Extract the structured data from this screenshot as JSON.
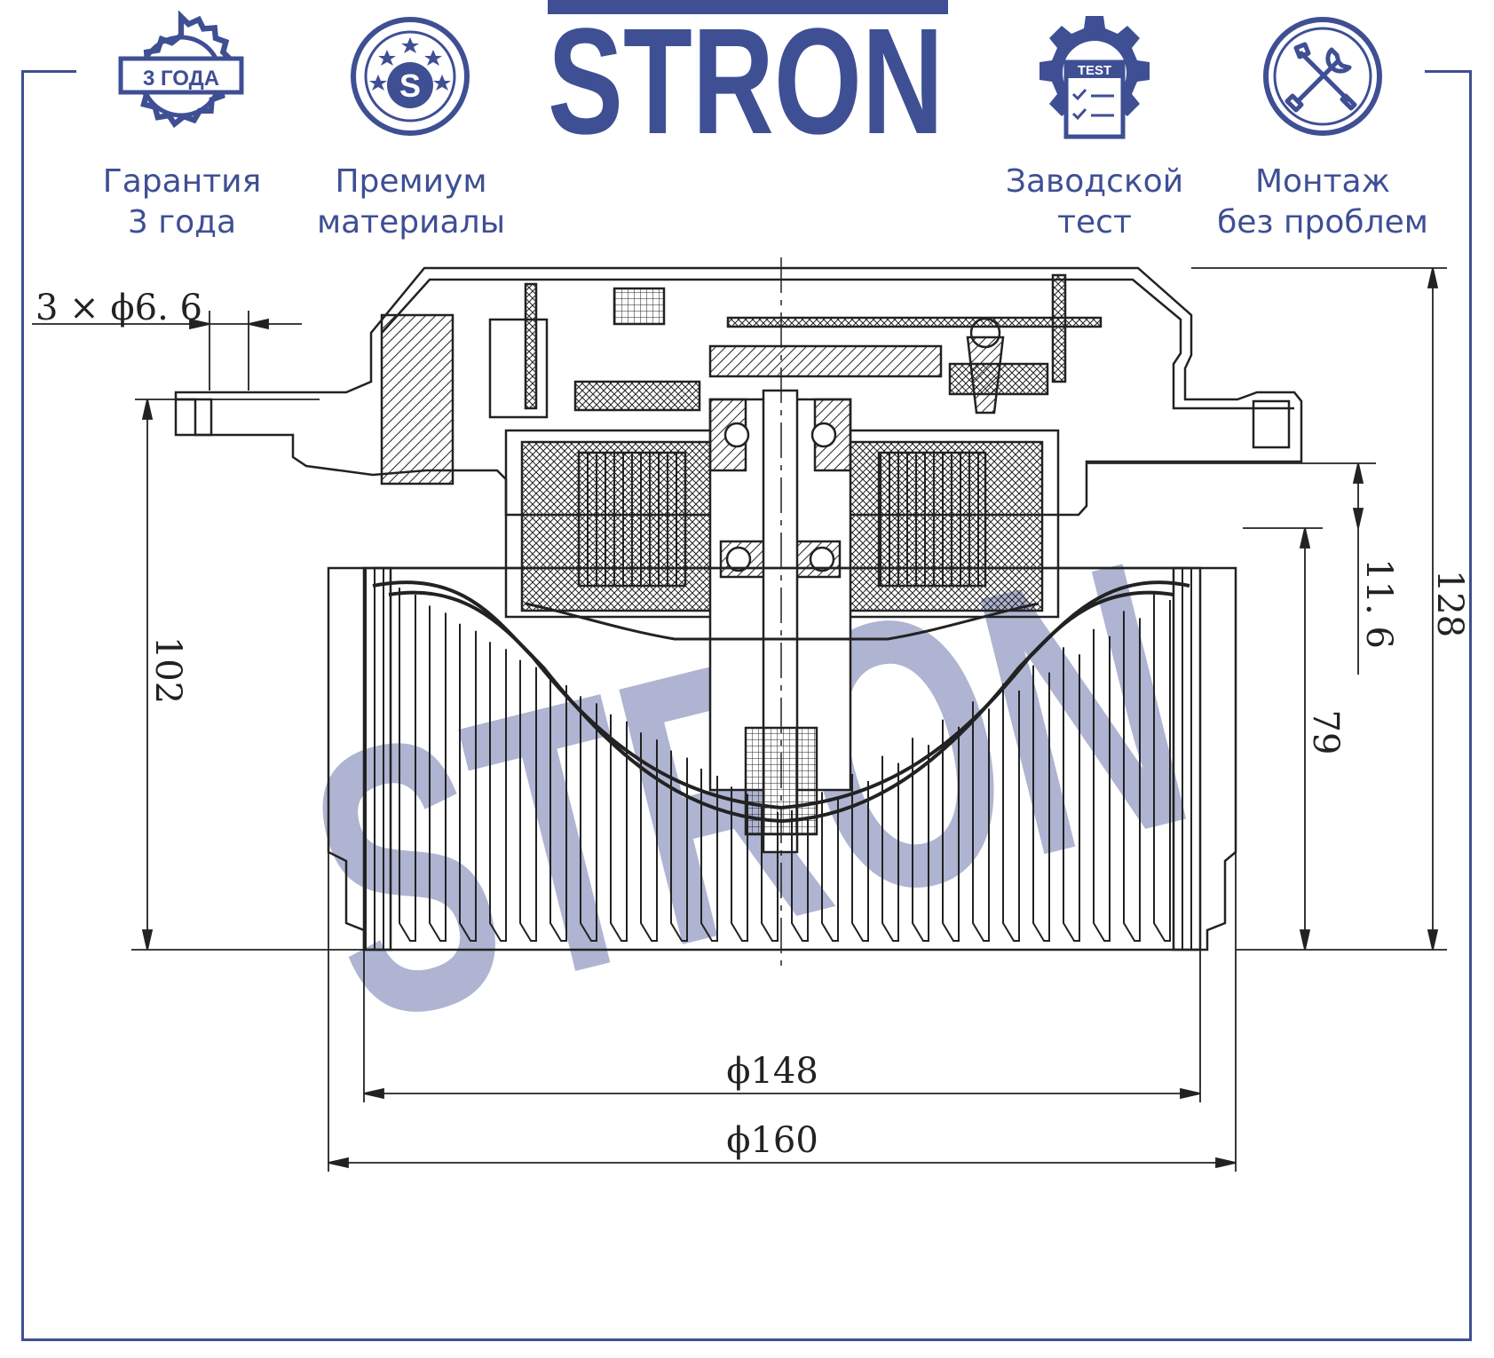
{
  "brand": {
    "name": "STRON",
    "color": "#3f4f94"
  },
  "features": [
    {
      "icon": "warranty-seal-icon",
      "badge_text": "3 ГОДА",
      "line1": "Гарантия",
      "line2": "3 года"
    },
    {
      "icon": "premium-s-icon",
      "badge_text": "S",
      "line1": "Премиум",
      "line2": "материалы"
    },
    {
      "icon": "test-gear-icon",
      "badge_text": "TEST",
      "line1": "Заводской",
      "line2": "тест"
    },
    {
      "icon": "wrench-screwdriver-icon",
      "badge_text": "",
      "line1": "Монтаж",
      "line2": "без проблем"
    }
  ],
  "dimensions": {
    "holes": "3 × ϕ6. 6",
    "height_total": "128",
    "height_wheel": "102",
    "height_inner": "79",
    "offset": "11. 6",
    "dia_inner": "ϕ148",
    "dia_outer": "ϕ160"
  },
  "watermark": "STRON"
}
